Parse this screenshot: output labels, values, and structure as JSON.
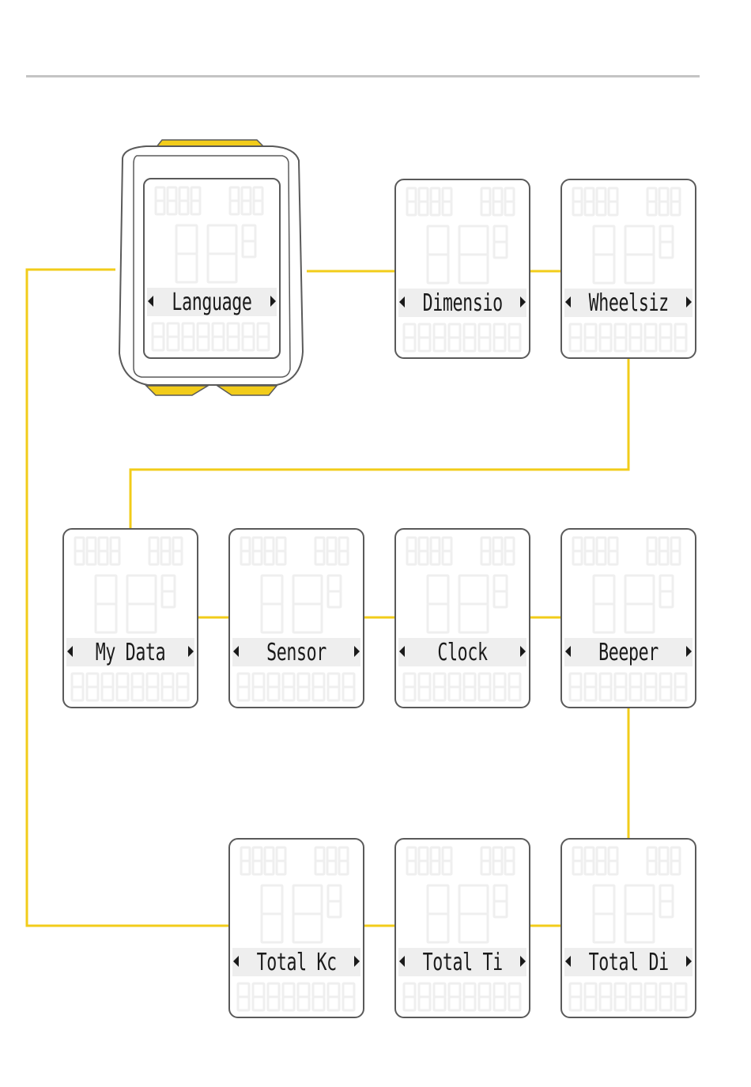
{
  "colors": {
    "connector": "#f2cc1a",
    "device_button": "#f2cc1a",
    "outline": "#5a5a5a",
    "ghost_segments": "#efefef"
  },
  "screens": {
    "language": {
      "label": "Language"
    },
    "dimension": {
      "label": "Dimension"
    },
    "wheelsize": {
      "label": "Wheelsize"
    },
    "my_data": {
      "label": "My Data"
    },
    "sensor": {
      "label": "Sensor"
    },
    "clock": {
      "label": "Clock"
    },
    "beeper": {
      "label": "Beeper"
    },
    "total_kcal": {
      "label": "Total Kcal"
    },
    "total_time": {
      "label": "Total Time"
    },
    "total_dist": {
      "label": "Total Dist"
    }
  }
}
